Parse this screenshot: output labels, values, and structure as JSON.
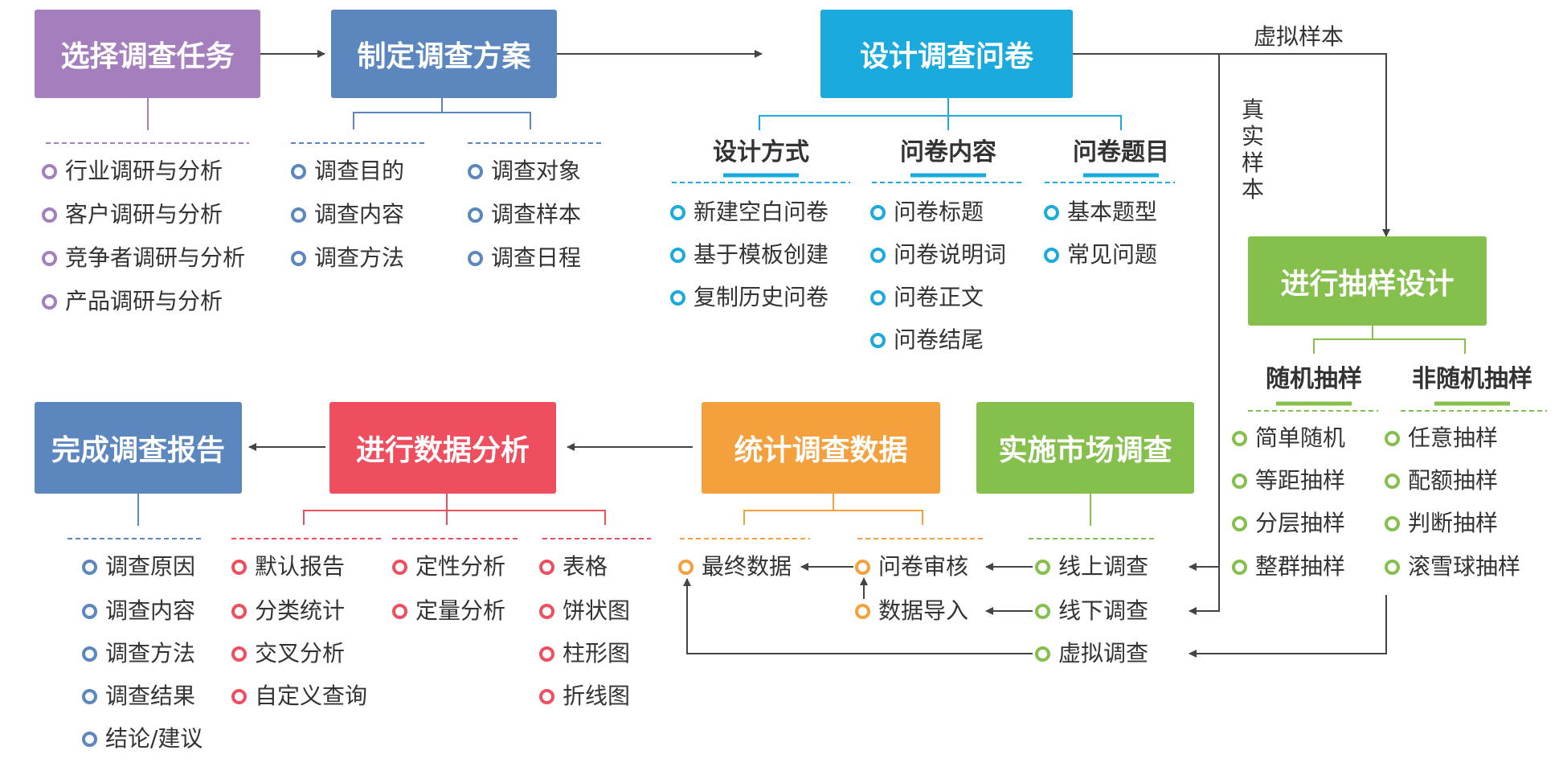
{
  "colors": {
    "purple": "#a57fbd",
    "steel_blue": "#5b86be",
    "cyan": "#1aaade",
    "green": "#85bf4c",
    "orange": "#f4a03c",
    "red": "#ef4e5e",
    "arrow": "#444444"
  },
  "boxes": {
    "select_task": "选择调查任务",
    "make_plan": "制定调查方案",
    "design_questionnaire": "设计调查问卷",
    "sampling_design": "进行抽样设计",
    "implement_survey": "实施市场调查",
    "count_data": "统计调查数据",
    "analyze_data": "进行数据分析",
    "finish_report": "完成调查报告"
  },
  "flow_labels": {
    "virtual_sample": "虚拟样本",
    "real_sample": "真实样本"
  },
  "select_task": {
    "items": [
      "行业调研与分析",
      "客户调研与分析",
      "竞争者调研与分析",
      "产品调研与分析"
    ]
  },
  "make_plan": {
    "col1": [
      "调查目的",
      "调查内容",
      "调查方法"
    ],
    "col2": [
      "调查对象",
      "调查样本",
      "调查日程"
    ]
  },
  "design_questionnaire": {
    "groups": [
      {
        "title": "设计方式",
        "items": [
          "新建空白问卷",
          "基于模板创建",
          "复制历史问卷"
        ]
      },
      {
        "title": "问卷内容",
        "items": [
          "问卷标题",
          "问卷说明词",
          "问卷正文",
          "问卷结尾"
        ]
      },
      {
        "title": "问卷题目",
        "items": [
          "基本题型",
          "常见问题"
        ]
      }
    ]
  },
  "sampling_design": {
    "groups": [
      {
        "title": "随机抽样",
        "items": [
          "简单随机",
          "等距抽样",
          "分层抽样",
          "整群抽样"
        ]
      },
      {
        "title": "非随机抽样",
        "items": [
          "任意抽样",
          "配额抽样",
          "判断抽样",
          "滚雪球抽样"
        ]
      }
    ]
  },
  "implement_survey": {
    "items": [
      "线上调查",
      "线下调查",
      "虚拟调查"
    ]
  },
  "count_data": {
    "final": "最终数据",
    "review": "问卷审核",
    "import": "数据导入"
  },
  "analyze_data": {
    "col1": [
      "默认报告",
      "分类统计",
      "交叉分析",
      "自定义查询"
    ],
    "col2": [
      "定性分析",
      "定量分析"
    ],
    "col3": [
      "表格",
      "饼状图",
      "柱形图",
      "折线图"
    ]
  },
  "finish_report": {
    "items": [
      "调查原因",
      "调查内容",
      "调查方法",
      "调查结果",
      "结论/建议"
    ]
  }
}
